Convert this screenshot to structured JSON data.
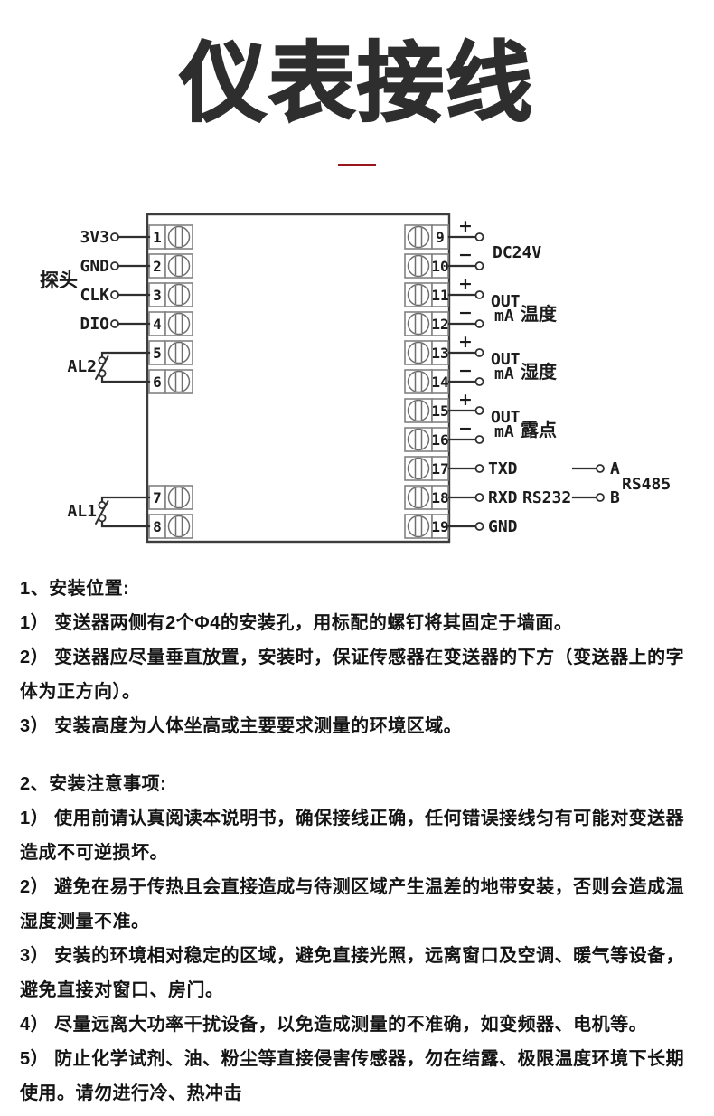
{
  "title": {
    "text": "仪表接线"
  },
  "theme": {
    "divider_color": "#9a161d",
    "title_color": "#2e2e2e"
  },
  "diagram": {
    "probe_label": "探头",
    "terminals_left": [
      {
        "number": "1",
        "signal": "3V3"
      },
      {
        "number": "2",
        "signal": "GND"
      },
      {
        "number": "3",
        "signal": "CLK"
      },
      {
        "number": "4",
        "signal": "DIO"
      },
      {
        "number": "5"
      },
      {
        "number": "6"
      },
      {
        "number": "7"
      },
      {
        "number": "8"
      }
    ],
    "terminals_right": [
      {
        "number": "9",
        "polarity": "+"
      },
      {
        "number": "10",
        "polarity": "−"
      },
      {
        "number": "11",
        "polarity": "+"
      },
      {
        "number": "12",
        "polarity": "−"
      },
      {
        "number": "13",
        "polarity": "+"
      },
      {
        "number": "14",
        "polarity": "−"
      },
      {
        "number": "15",
        "polarity": "+"
      },
      {
        "number": "16",
        "polarity": "−"
      },
      {
        "number": "17",
        "signal": "TXD"
      },
      {
        "number": "18",
        "signal": "RXD"
      },
      {
        "number": "19",
        "signal": "GND"
      }
    ],
    "alarm_switches": [
      {
        "label": "AL2"
      },
      {
        "label": "AL1"
      }
    ],
    "output_groups": [
      {
        "label": "DC24V"
      },
      {
        "line1": "OUT",
        "line2": "mA",
        "cn": "温度"
      },
      {
        "line1": "OUT",
        "line2": "mA",
        "cn": "湿度"
      },
      {
        "line1": "OUT",
        "line2": "mA",
        "cn": "露点"
      }
    ],
    "serial": {
      "rs232": "RS232",
      "rs485": "RS485",
      "a": "A",
      "b": "B"
    }
  },
  "sections": [
    {
      "heading": "1、安装位置:",
      "items": [
        "1） 变送器两侧有2个Φ4的安装孔，用标配的螺钉将其固定于墙面。",
        "2） 变送器应尽量垂直放置，安装时，保证传感器在变送器的下方（变送器上的字体为正方向）。",
        "3） 安装高度为人体坐高或主要要求测量的环境区域。"
      ]
    },
    {
      "heading": "2、安装注意事项:",
      "items": [
        "1） 使用前请认真阅读本说明书，确保接线正确，任何错误接线匀有可能对变送器造成不可逆损坏。",
        "2） 避免在易于传热且会直接造成与待测区域产生温差的地带安装，否则会造成温湿度测量不准。",
        "3） 安装的环境相对稳定的区域，避免直接光照，远离窗口及空调、暖气等设备，避免直接对窗口、房门。",
        "4） 尽量远离大功率干扰设备，以免造成测量的不准确，如变频器、电机等。",
        "5） 防止化学试剂、油、粉尘等直接侵害传感器，勿在结露、极限温度环境下长期使用。请勿进行冷、热冲击"
      ]
    }
  ]
}
